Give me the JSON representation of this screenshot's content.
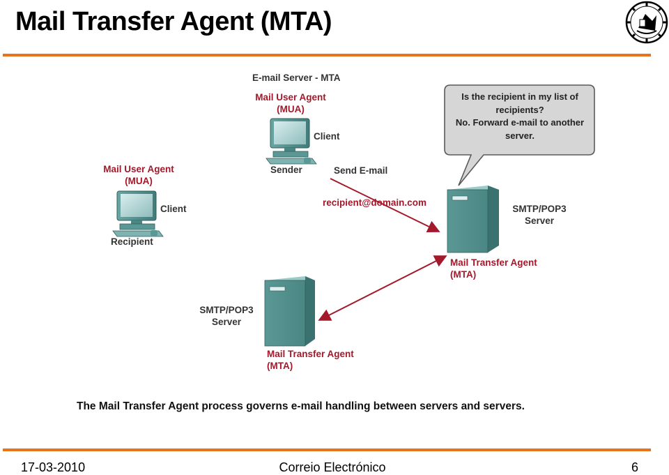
{
  "slide": {
    "title": "Mail Transfer Agent (MTA)",
    "caption": "The Mail Transfer Agent process governs e-mail handling between servers and servers."
  },
  "diagram": {
    "header": "E-mail Server - MTA",
    "sender": {
      "agent_line1": "Mail User Agent",
      "agent_line2": "(MUA)",
      "client": "Client",
      "role": "Sender"
    },
    "recipient": {
      "agent_line1": "Mail User Agent",
      "agent_line2": "(MUA)",
      "client": "Client",
      "role": "Recipient"
    },
    "send_label": "Send E-mail",
    "address": "recipient@domain.com",
    "server_top": {
      "protocol_line1": "SMTP/POP3",
      "protocol_line2": "Server",
      "agent_line1": "Mail Transfer Agent",
      "agent_line2": "(MTA)"
    },
    "server_bottom": {
      "protocol_line1": "SMTP/POP3",
      "protocol_line2": "Server",
      "agent_line1": "Mail Transfer Agent",
      "agent_line2": "(MTA)"
    },
    "bubble": {
      "line1": "Is the recipient in my list of",
      "line2": "recipients?",
      "line3": "No.  Forward e-mail to another",
      "line4": "server."
    }
  },
  "footer": {
    "date": "17-03-2010",
    "center": "Correio Electrónico",
    "page": "6"
  },
  "icons": {
    "logo": "university-seal-icon",
    "computers": "desktop-computer-icon",
    "servers": "server-tower-icon"
  },
  "colors": {
    "accent": "#e8731f",
    "label_red": "#a3182a",
    "device_teal": "#4f8f8c"
  }
}
